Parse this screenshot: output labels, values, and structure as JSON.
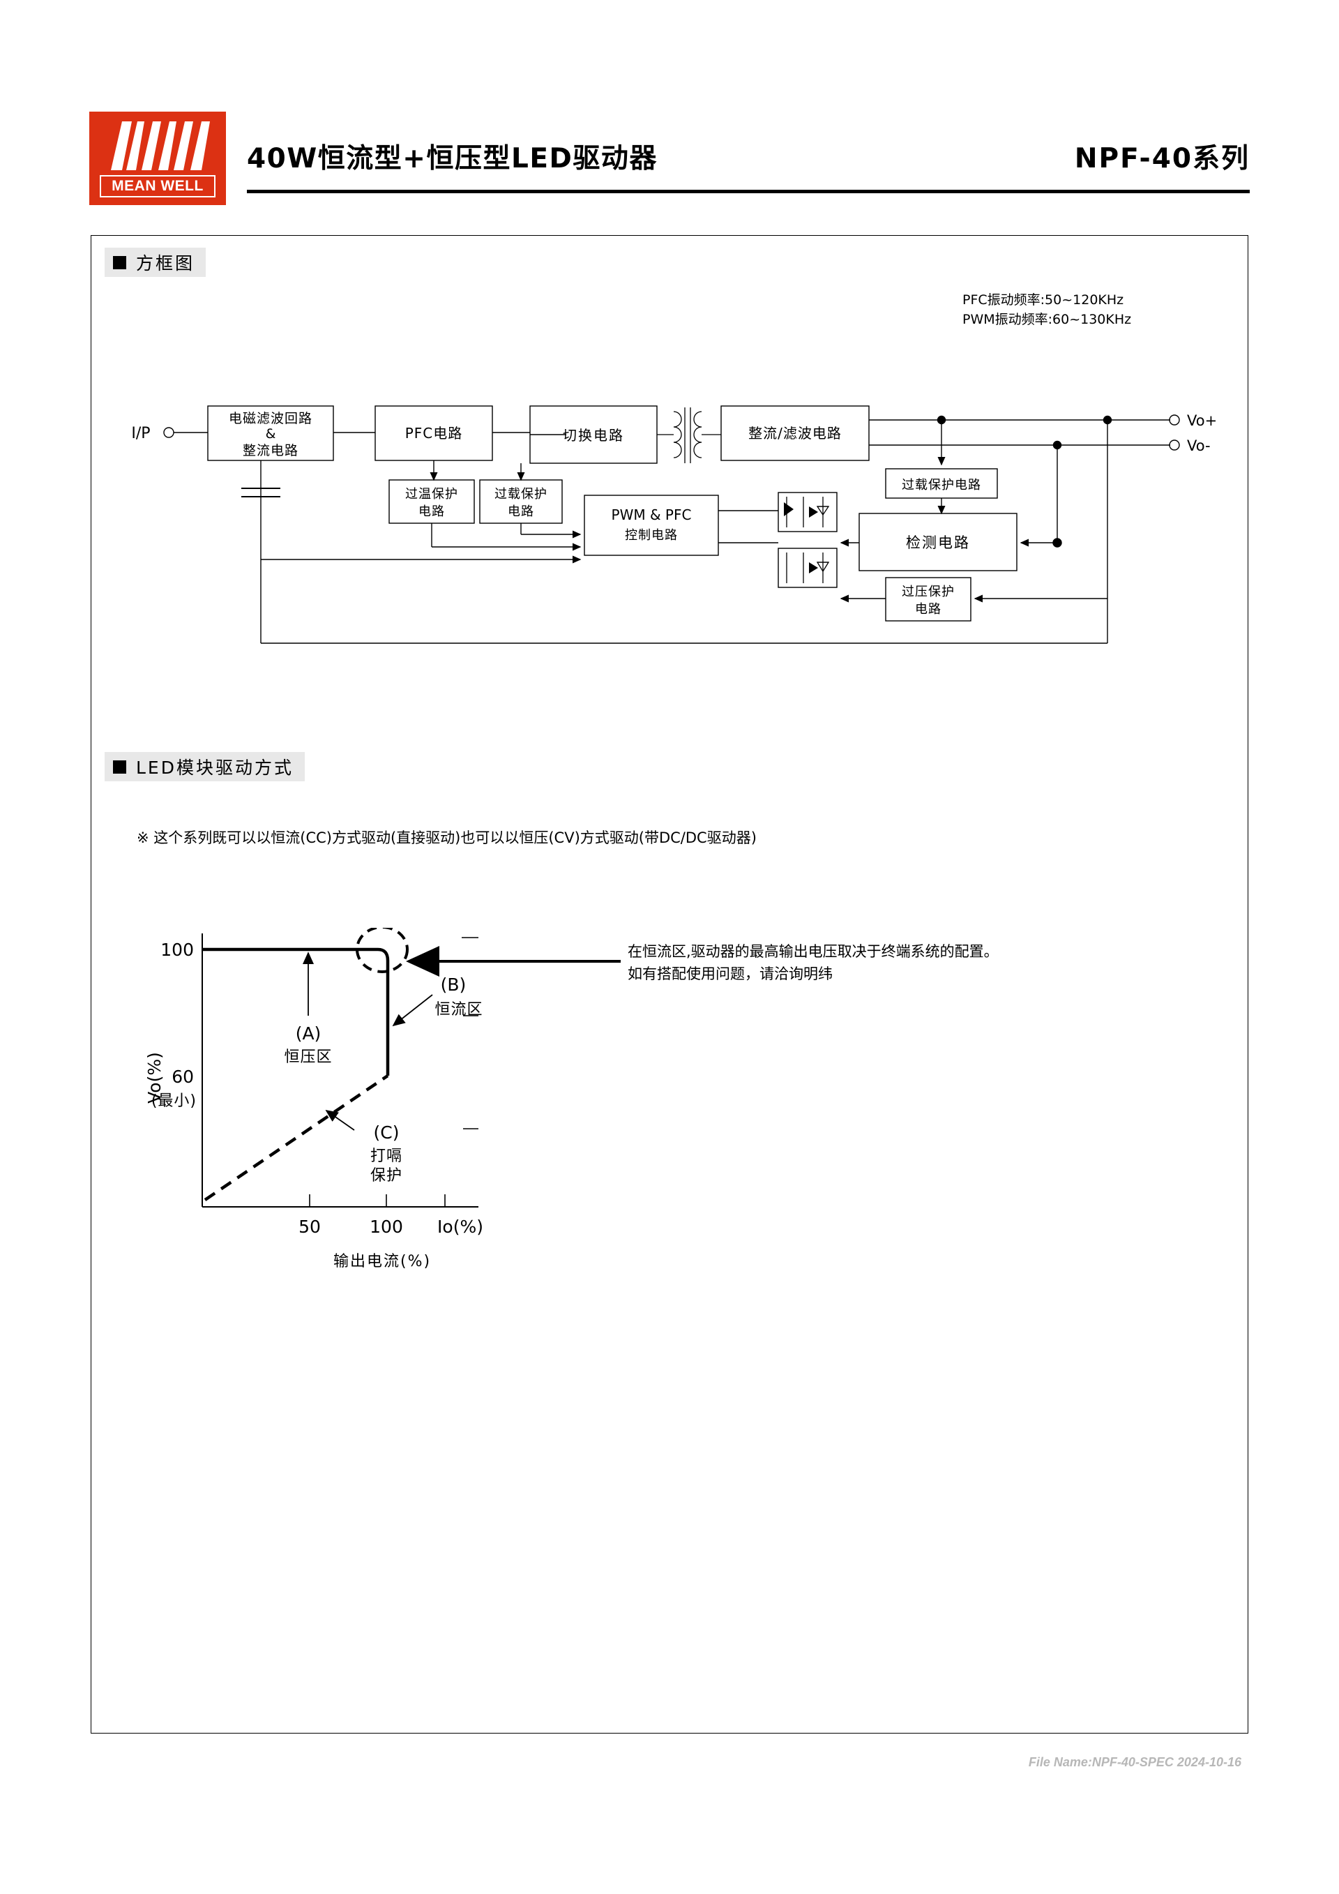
{
  "header": {
    "logo_mark": "mw-logo-icon",
    "logo_brand": "MEAN WELL",
    "title": "40W恒流型+恒压型LED驱动器",
    "series": "NPF-40系列"
  },
  "sections": {
    "block_diagram": {
      "bullet": "square-bullet-icon",
      "label": "方框图"
    },
    "led_drive": {
      "bullet": "square-bullet-icon",
      "label": "LED模块驱动方式"
    }
  },
  "frequency_note": {
    "line1": "PFC振动频率:50~120KHz",
    "line2": "PWM振动频率:60~130KHz"
  },
  "block_diagram": {
    "input_label": "I/P",
    "output_positive": "Vo+",
    "output_negative": "Vo-",
    "boxes": {
      "emi_rectifier_line1": "电磁滤波回路",
      "emi_rectifier_line2": "&",
      "emi_rectifier_line3": "整流电路",
      "pfc": "PFC电路",
      "switching": "切换电路",
      "rectify_filter": "整流/滤波电路",
      "otp_line1": "过温保护",
      "otp_line2": "电路",
      "olp_line1": "过载保护",
      "olp_line2": "电路",
      "pwm_pfc_line1": "PWM & PFC",
      "pwm_pfc_line2": "控制电路",
      "overload_right": "过载保护电路",
      "detect": "检测电路",
      "ovp_line1": "过压保护",
      "ovp_line2": "电路"
    },
    "symbols": {
      "transformer": "transformer-icon",
      "capacitor": "capacitor-icon",
      "optocoupler_a": "optocoupler-icon",
      "optocoupler_b": "optocoupler-icon"
    }
  },
  "led_drive": {
    "note": "※ 这个系列既可以以恒流(CC)方式驱动(直接驱动)也可以以恒压(CV)方式驱动(带DC/DC驱动器)",
    "cc_note_line1": "在恒流区,驱动器的最高输出电压取决于终端系统的配置。",
    "cc_note_line2": "如有搭配使用问题，请洽询明纬",
    "axis_caption": "输出电流(%)"
  },
  "chart_data": {
    "type": "line",
    "title": "",
    "xlabel": "Io(%)",
    "ylabel": "Vo(%)",
    "x_axis_unit_label": "Io(%)",
    "y_axis_unit_label": "Vo(%)",
    "xticks": [
      50,
      100
    ],
    "xtick_labels": [
      "50",
      "100"
    ],
    "yticks": [
      100,
      60
    ],
    "ytick_labels": [
      "100",
      "60"
    ],
    "ytick_sub_label": "(最小)",
    "xlim": [
      0,
      130
    ],
    "ylim": [
      0,
      110
    ],
    "grid": false,
    "legend_position": "inline-annotations",
    "series": [
      {
        "name": "CV/CC operating curve",
        "style": "solid",
        "points": [
          [
            0,
            100
          ],
          [
            97,
            100
          ],
          [
            100,
            97
          ],
          [
            100,
            62
          ]
        ]
      },
      {
        "name": "hiccup protection",
        "style": "dashed",
        "points": [
          [
            0,
            0
          ],
          [
            100,
            62
          ]
        ]
      }
    ],
    "annotations": [
      {
        "key": "A",
        "tag": "(A)",
        "label": "恒压区",
        "meaning": "constant voltage region"
      },
      {
        "key": "B",
        "tag": "(B)",
        "label": "恒流区",
        "meaning": "constant current region"
      },
      {
        "key": "C",
        "tag": "(C)",
        "label_line1": "打嗝",
        "label_line2": "保护",
        "meaning": "hiccup protection"
      }
    ],
    "highlight": {
      "shape": "dashed-ellipse",
      "at": [
        100,
        99
      ]
    }
  },
  "footer": {
    "text": "File Name:NPF-40-SPEC  2024-10-16"
  },
  "colors": {
    "brand_red": "#DC3113",
    "section_bg": "#e8e8e8",
    "footer_gray": "#b7b7b7",
    "ink": "#000000"
  }
}
